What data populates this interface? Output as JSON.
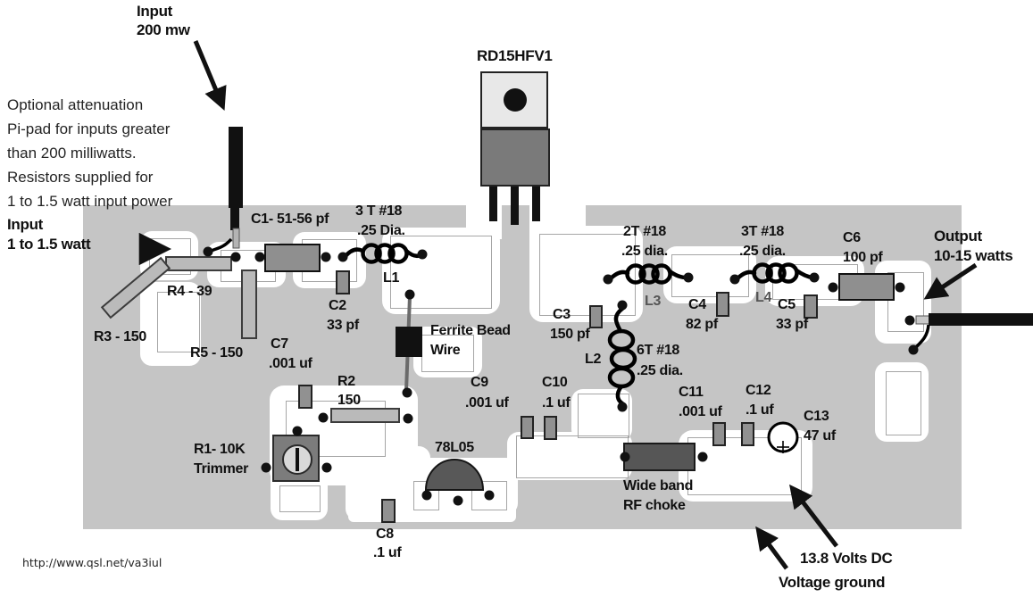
{
  "notes": {
    "input200_1": "Input",
    "input200_2": "200 mw",
    "attenuation": [
      "Optional attenuation",
      "Pi-pad for inputs greater",
      "than 200 milliwatts.",
      "Resistors supplied for",
      "1 to 1.5 watt input power"
    ],
    "input15_1": "Input",
    "input15_2": "1 to 1.5 watt",
    "output_1": "Output",
    "output_2": "10-15 watts",
    "supply": "13.8 Volts DC",
    "ground": "Voltage ground",
    "url": "http://www.qsl.net/va3iul"
  },
  "components": {
    "q1": {
      "label": "RD15HFV1"
    },
    "u1": {
      "label": "78L05"
    },
    "c1": {
      "label": "C1- 51-56 pf"
    },
    "c2": {
      "name": "C2",
      "value": "33 pf"
    },
    "c3": {
      "name": "C3",
      "value": "150 pf"
    },
    "c4": {
      "name": "C4",
      "value": "82 pf"
    },
    "c5": {
      "name": "C5",
      "value": "33 pf"
    },
    "c6": {
      "name": "C6",
      "value": "100 pf"
    },
    "c7": {
      "name": "C7",
      "value": ".001 uf"
    },
    "c8": {
      "name": "C8",
      "value": ".1 uf"
    },
    "c9": {
      "name": "C9",
      "value": ".001 uf"
    },
    "c10": {
      "name": "C10",
      "value": ".1 uf"
    },
    "c11": {
      "name": "C11",
      "value": ".001 uf"
    },
    "c12": {
      "name": "C12",
      "value": ".1 uf"
    },
    "c13": {
      "name": "C13",
      "value": "47 uf"
    },
    "r1": {
      "name": "R1- 10K",
      "value": "Trimmer"
    },
    "r2": {
      "name": "R2",
      "value": "150"
    },
    "r3": {
      "label": "R3 - 150"
    },
    "r4": {
      "label": "R4 - 39"
    },
    "r5": {
      "label": "R5 - 150"
    },
    "l1": {
      "name": "L1",
      "spec1": "3 T #18",
      "spec2": ".25 Dia."
    },
    "l2": {
      "name": "L2",
      "spec1": "6T #18",
      "spec2": ".25 dia."
    },
    "l3": {
      "name": "L3",
      "spec1": "2T #18",
      "spec2": ".25 dia."
    },
    "l4": {
      "name": "L4",
      "spec1": "3T #18",
      "spec2": ".25 dia."
    },
    "ferrite_1": "Ferrite Bead",
    "ferrite_2": "Wire",
    "choke_1": "Wide band",
    "choke_2": "RF choke"
  },
  "colors": {
    "board": "#c5c5c5",
    "pad": "#ffffff",
    "trace_outline": "#a6a6a6",
    "resistor": "#bababa",
    "capacitor": "#919191",
    "dark_component": "#565656",
    "wire": "#000000"
  }
}
